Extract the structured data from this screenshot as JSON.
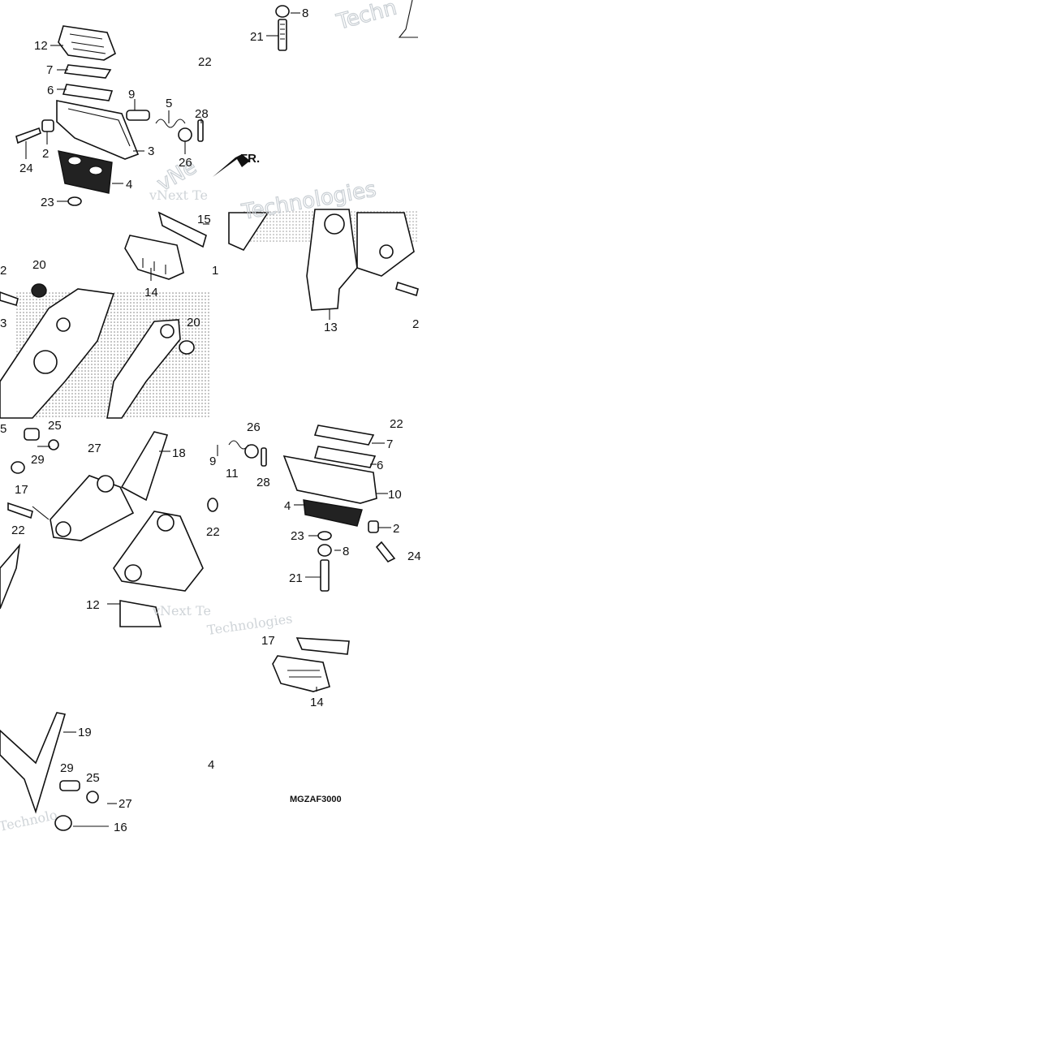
{
  "drawing_code": "MGZAF3000",
  "front_indicator": "FR.",
  "watermarks": [
    "Techn",
    "vNext Te",
    "vNext Te",
    "Technologies",
    "Technolo",
    "Technologies",
    "vNe"
  ],
  "callouts": [
    {
      "id": "c8a",
      "text": "8"
    },
    {
      "id": "c21a",
      "text": "21"
    },
    {
      "id": "c12a",
      "text": "12"
    },
    {
      "id": "c7a",
      "text": "7"
    },
    {
      "id": "c22a",
      "text": "22"
    },
    {
      "id": "c6a",
      "text": "6"
    },
    {
      "id": "c9a",
      "text": "9"
    },
    {
      "id": "c5a",
      "text": "5"
    },
    {
      "id": "c28a",
      "text": "28"
    },
    {
      "id": "c3a",
      "text": "3"
    },
    {
      "id": "c2a",
      "text": "2"
    },
    {
      "id": "c26a",
      "text": "26"
    },
    {
      "id": "c24a",
      "text": "24"
    },
    {
      "id": "c4a",
      "text": "4"
    },
    {
      "id": "c23a",
      "text": "23"
    },
    {
      "id": "c15a",
      "text": "15"
    },
    {
      "id": "c1a",
      "text": "1"
    },
    {
      "id": "c2b",
      "text": "2"
    },
    {
      "id": "c20a",
      "text": "20"
    },
    {
      "id": "c14a",
      "text": "14"
    },
    {
      "id": "c3b",
      "text": "3"
    },
    {
      "id": "c20b",
      "text": "20"
    },
    {
      "id": "c13a",
      "text": "13"
    },
    {
      "id": "c2c",
      "text": "2"
    },
    {
      "id": "c5b",
      "text": "5"
    },
    {
      "id": "c25a",
      "text": "25"
    },
    {
      "id": "c27a",
      "text": "27"
    },
    {
      "id": "c29a",
      "text": "29"
    },
    {
      "id": "c17a",
      "text": "17"
    },
    {
      "id": "c18a",
      "text": "18"
    },
    {
      "id": "c9b",
      "text": "9"
    },
    {
      "id": "c11a",
      "text": "11"
    },
    {
      "id": "c26b",
      "text": "26"
    },
    {
      "id": "c28b",
      "text": "28"
    },
    {
      "id": "c22b",
      "text": "22"
    },
    {
      "id": "c7b",
      "text": "7"
    },
    {
      "id": "c6b",
      "text": "6"
    },
    {
      "id": "c10a",
      "text": "10"
    },
    {
      "id": "c4b",
      "text": "4"
    },
    {
      "id": "c2d",
      "text": "2"
    },
    {
      "id": "c22c",
      "text": "22"
    },
    {
      "id": "c22d",
      "text": "22"
    },
    {
      "id": "c23b",
      "text": "23"
    },
    {
      "id": "c8b",
      "text": "8"
    },
    {
      "id": "c24b",
      "text": "24"
    },
    {
      "id": "c21b",
      "text": "21"
    },
    {
      "id": "c12b",
      "text": "12"
    },
    {
      "id": "c17b",
      "text": "17"
    },
    {
      "id": "c14b",
      "text": "14"
    },
    {
      "id": "c19a",
      "text": "19"
    },
    {
      "id": "c29b",
      "text": "29"
    },
    {
      "id": "c25b",
      "text": "25"
    },
    {
      "id": "c27b",
      "text": "27"
    },
    {
      "id": "c16a",
      "text": "16"
    },
    {
      "id": "c4c",
      "text": "4"
    }
  ]
}
